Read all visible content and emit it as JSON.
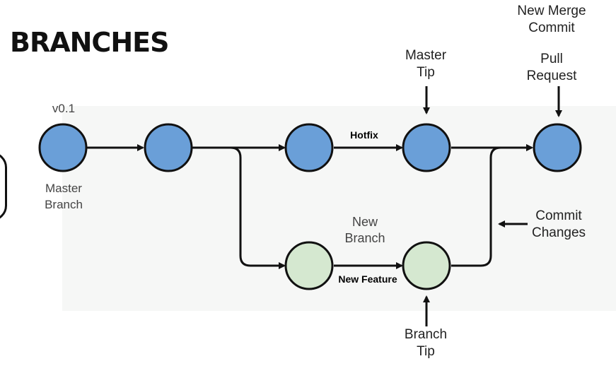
{
  "title": "BRANCHES",
  "labels": {
    "v01": "v0.1",
    "master_branch_1": "Master",
    "master_branch_2": "Branch",
    "hotfix": "Hotfix",
    "master_tip_1": "Master",
    "master_tip_2": "Tip",
    "new_merge_1": "New Merge",
    "new_merge_2": "Commit",
    "pull_request_1": "Pull",
    "pull_request_2": "Request",
    "new_branch_1": "New",
    "new_branch_2": "Branch",
    "new_feature": "New Feature",
    "commit_changes_1": "Commit",
    "commit_changes_2": "Changes",
    "branch_tip_1": "Branch",
    "branch_tip_2": "Tip"
  },
  "colors": {
    "master_node": "#6a9fd8",
    "feature_node": "#d5e8d0",
    "stroke": "#111111"
  }
}
